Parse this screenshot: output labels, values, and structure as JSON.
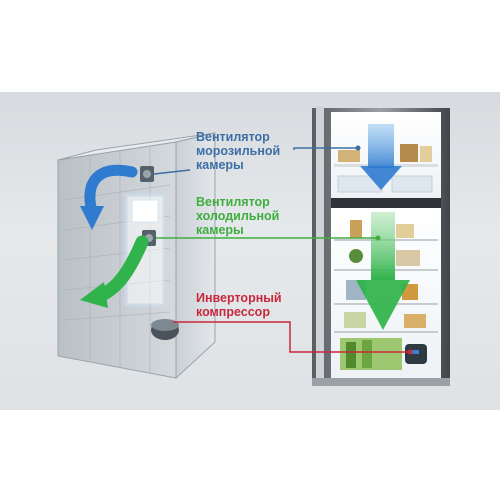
{
  "labels": {
    "freezer_fan": "Вентилятор\nморозильной\nкамеры",
    "fridge_fan": "Вентилятор\nхолодильной\nкамеры",
    "compressor": "Инверторный\nкомпрессор"
  },
  "colors": {
    "freezer": "#3d6ea6",
    "fridge": "#3fae3f",
    "compressor": "#c8283c",
    "blue_arrow": "#2f7bd0",
    "green_arrow": "#2fb34a",
    "background": "#dfe3e6"
  }
}
